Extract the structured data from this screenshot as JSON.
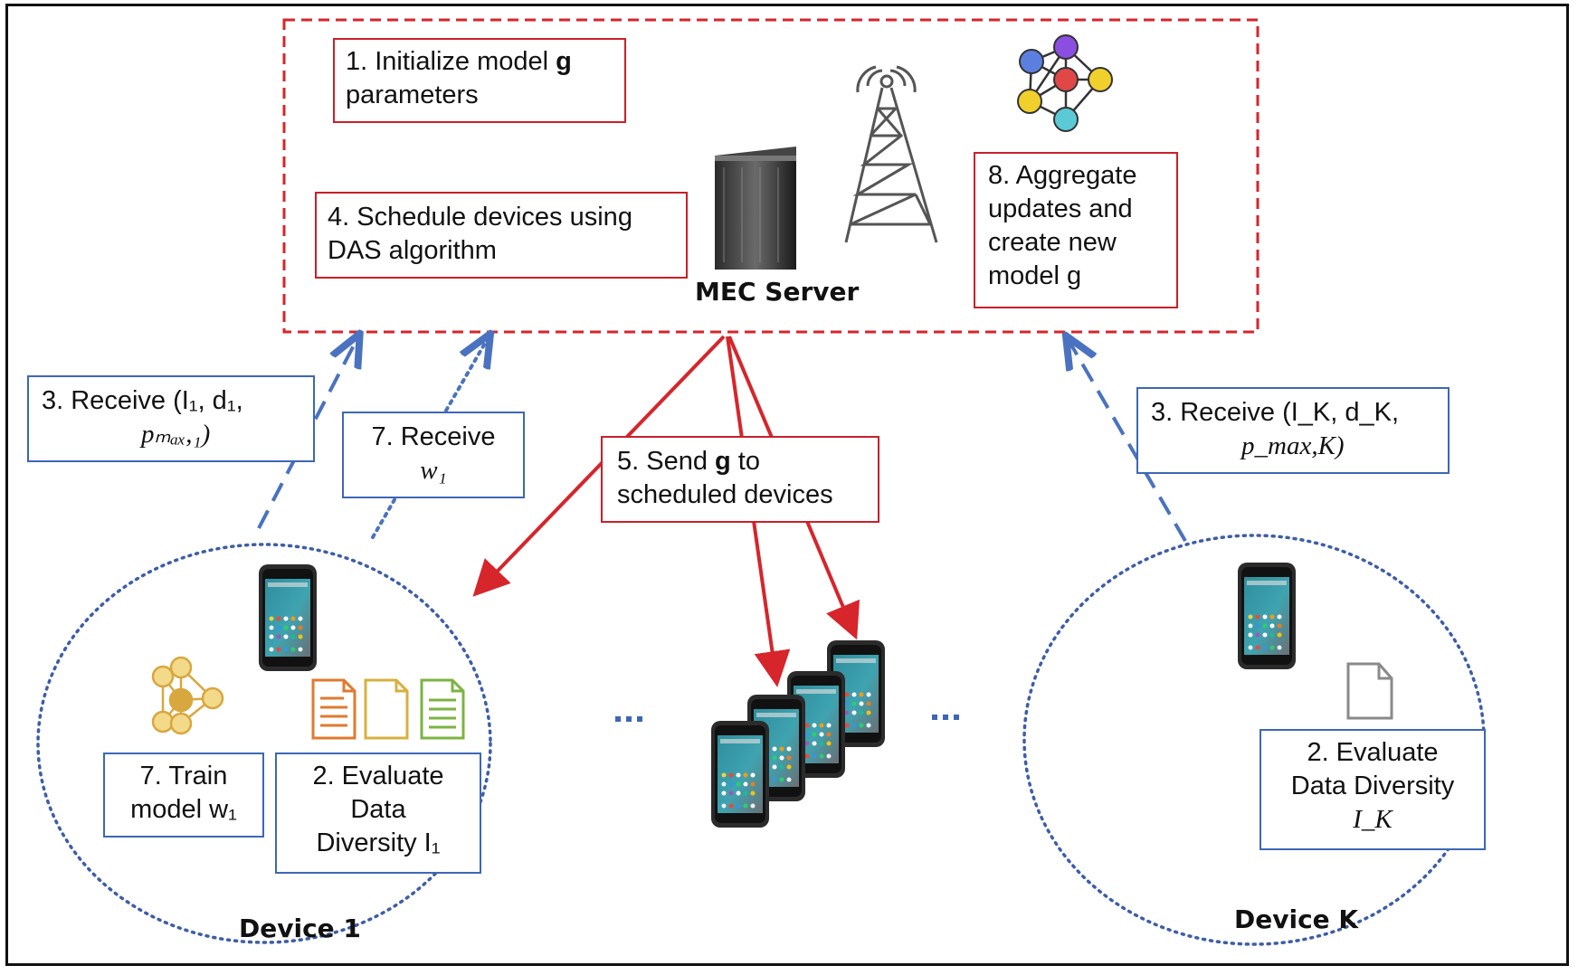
{
  "server": {
    "label": "MEC Server",
    "step1": {
      "prefix": "1. Initialize model ",
      "bold": "g",
      "line2": "parameters"
    },
    "step4": {
      "line1": "4. Schedule devices using",
      "line2": "DAS algorithm"
    },
    "step8": {
      "line1": "8. Aggregate",
      "line2": "updates and",
      "line3": "create new",
      "line4": "model g"
    }
  },
  "step5": {
    "prefix": "5. Send ",
    "bold": "g",
    "suffix": " to",
    "line2": "scheduled devices"
  },
  "device1": {
    "label": "Device 1",
    "receive3": {
      "line1": "3. Receive (I₁, d₁,",
      "line2": "pₘₐₓ,₁)"
    },
    "receive7": {
      "line1": "7. Receive",
      "line2": "w₁"
    },
    "train7": {
      "line1": "7. Train",
      "line2": "model w₁"
    },
    "evaluate2": {
      "line1": "2. Evaluate",
      "line2": "Data",
      "line3": "Diversity I₁"
    }
  },
  "deviceK": {
    "label": "Device K",
    "receive3": {
      "line1": "3. Receive (I_K, d_K,",
      "line2": "p_max,K)"
    },
    "evaluate2": {
      "line1": "2. Evaluate",
      "line2": "Data Diversity",
      "line3": "I_K"
    }
  },
  "ellipsis": "...",
  "colors": {
    "red": "#c8202a",
    "blue": "#3d67b5",
    "dotted_blue": "#3d5da8"
  },
  "icons": [
    "server-rack-icon",
    "radio-tower-icon",
    "neural-network-icon",
    "smartphone-icon",
    "document-icon"
  ]
}
